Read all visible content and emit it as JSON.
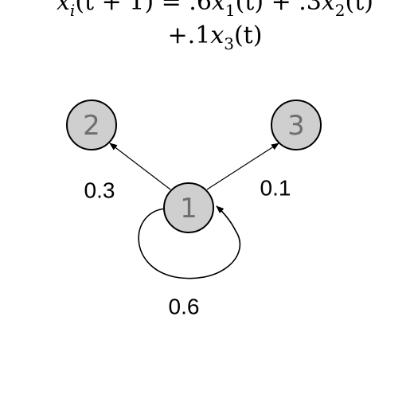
{
  "equation": {
    "line1": {
      "lhs_var": "x",
      "lhs_sub": "i",
      "lhs_arg": "(t + 1) = .6",
      "t1_var": "x",
      "t1_sub": "1",
      "t1_arg": "(t) + .3",
      "t2_var": "x",
      "t2_sub": "2",
      "t2_arg": "(t)"
    },
    "line2": {
      "prefix": "+.1",
      "t3_var": "x",
      "t3_sub": "3",
      "t3_arg": "(t)"
    }
  },
  "nodes": [
    {
      "label": "1"
    },
    {
      "label": "2"
    },
    {
      "label": "3"
    }
  ],
  "edges": [
    {
      "weight": "0.3"
    },
    {
      "weight": "0.1"
    },
    {
      "weight": "0.6"
    }
  ],
  "colors": {
    "node_fill": "#cfcfcf",
    "node_label": "#6e6e6e",
    "stroke": "#000000"
  }
}
